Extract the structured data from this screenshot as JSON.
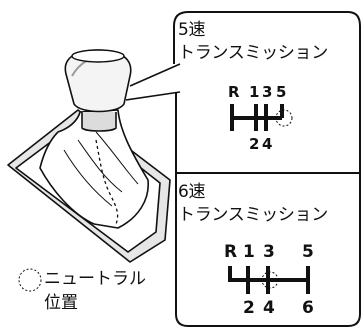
{
  "callout_5": {
    "title_line1": "5速",
    "title_line2": "トランスミッション",
    "gear_top": [
      "R",
      "1",
      "3",
      "5"
    ],
    "gear_bottom": [
      "2",
      "4"
    ]
  },
  "callout_6": {
    "title_line1": "6速",
    "title_line2": "トランスミッション",
    "gear_top": [
      "R",
      "1",
      "3",
      "5"
    ],
    "gear_bottom": [
      "2",
      "4",
      "6"
    ]
  },
  "legend": {
    "line1": "ニュートラル",
    "line2": "位置"
  }
}
